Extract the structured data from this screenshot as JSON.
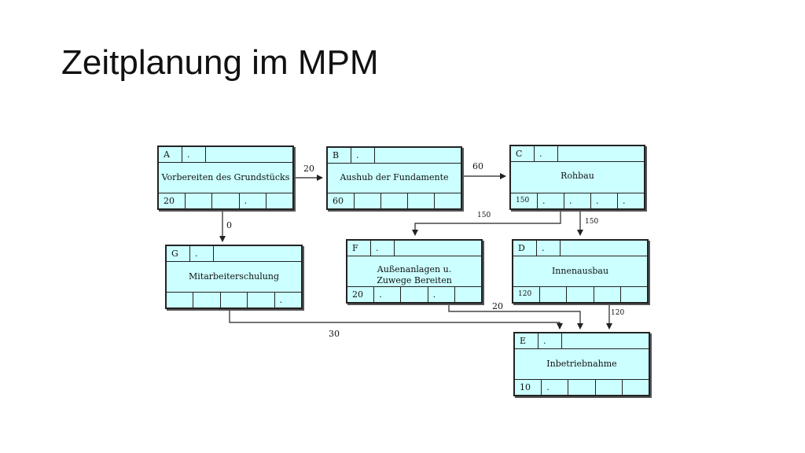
{
  "title": "Zeitplanung im MPM",
  "nodes": {
    "A": {
      "id": "A",
      "top_val": ".",
      "name": "Vorbereiten des Grundstücks",
      "bottom": [
        "20",
        "",
        "",
        ".",
        ""
      ]
    },
    "B": {
      "id": "B",
      "top_val": ".",
      "name": "Aushub der Fundamente",
      "bottom": [
        "60",
        "",
        "",
        "",
        ""
      ]
    },
    "C": {
      "id": "C",
      "top_val": ".",
      "name": "Rohbau",
      "bottom": [
        "150",
        ".",
        ".",
        ".",
        "."
      ]
    },
    "G": {
      "id": "G",
      "top_val": ".",
      "name": "Mitarbeiterschulung",
      "bottom": [
        "",
        "",
        "",
        "",
        "."
      ]
    },
    "F": {
      "id": "F",
      "top_val": ".",
      "name": "Außenanlagen u. Zuwege Bereiten",
      "bottom": [
        "20",
        ".",
        "",
        ".",
        ""
      ]
    },
    "D": {
      "id": "D",
      "top_val": ".",
      "name": "Innenausbau",
      "bottom": [
        "120",
        "",
        "",
        "",
        ""
      ]
    },
    "E": {
      "id": "E",
      "top_val": ".",
      "name": "Inbetriebnahme",
      "bottom": [
        "10",
        ".",
        "",
        "",
        ""
      ]
    }
  },
  "edges": {
    "A_B": "20",
    "B_C": "60",
    "A_G": "0",
    "C_F": "150",
    "C_D": "150",
    "F_E": "20",
    "D_E": "120",
    "G_E": "30"
  }
}
